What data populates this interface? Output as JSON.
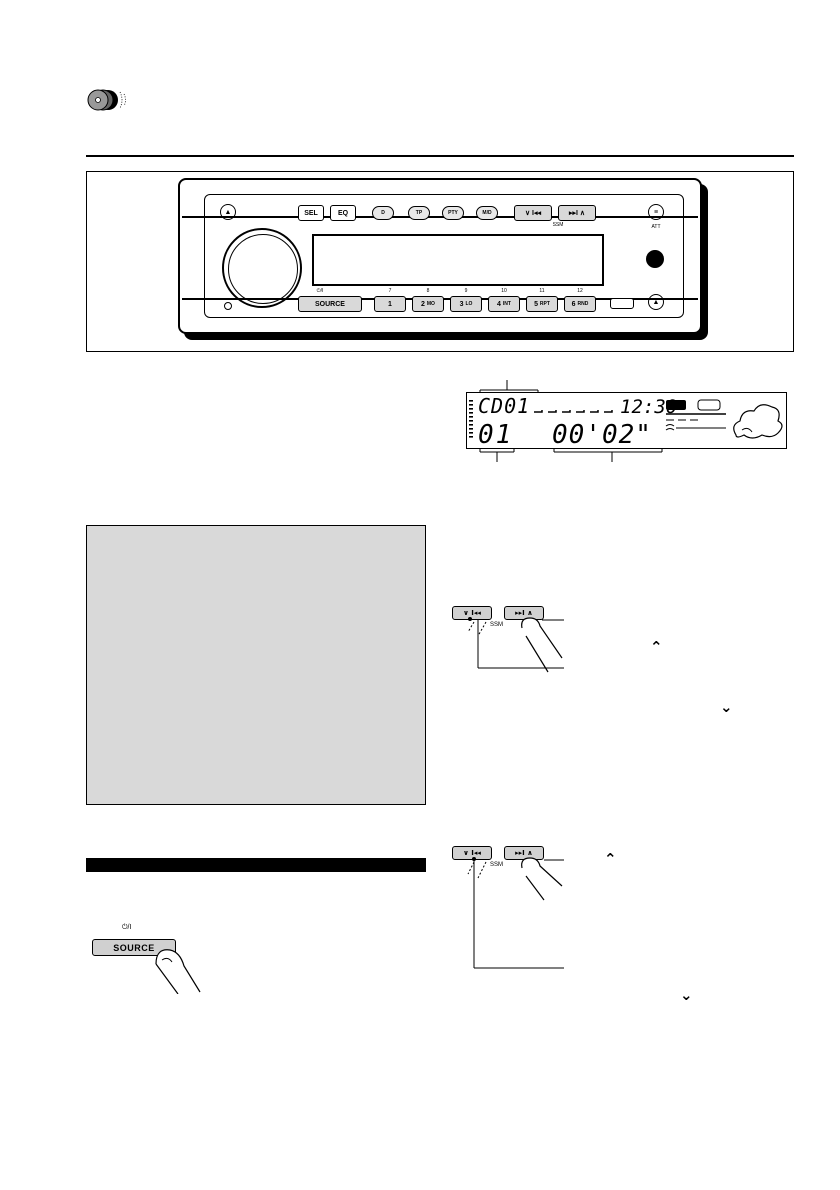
{
  "unit": {
    "buttons": {
      "sel": "SEL",
      "eq": "EQ",
      "d": "D",
      "tp": "TP",
      "pty": "PTY",
      "mo": "M/D",
      "down_track": "∨ I◂◂",
      "up_track": "▸▸I ∧",
      "ssm": "SSM",
      "att": "ATT",
      "source": "SOURCE",
      "power": "⏻/I",
      "presets": [
        {
          "label": "1",
          "num": "7",
          "sub": ""
        },
        {
          "label": "2",
          "num": "8",
          "sub": "MO"
        },
        {
          "label": "3",
          "num": "9",
          "sub": "LO"
        },
        {
          "label": "4",
          "num": "10",
          "sub": "INT"
        },
        {
          "label": "5",
          "num": "11",
          "sub": "RPT"
        },
        {
          "label": "6",
          "num": "12",
          "sub": "RND"
        }
      ]
    }
  },
  "display": {
    "disc_label": "CD01",
    "clock": "12:30",
    "track": "01",
    "time": "00'02\""
  },
  "source_illustration": {
    "power": "⏻/I",
    "label": "SOURCE"
  },
  "skip_illustrations": [
    {
      "down": "∨ I◂◂",
      "up": "▸▸I ∧",
      "ssm": "SSM"
    },
    {
      "down": "∨ I◂◂",
      "up": "▸▸I ∧",
      "ssm": "SSM"
    }
  ],
  "icons": {
    "disc": "cd-discs-icon",
    "chevron_up": "chevron-up-icon",
    "chevron_down": "chevron-down-icon",
    "finger": "finger-press-icon"
  }
}
